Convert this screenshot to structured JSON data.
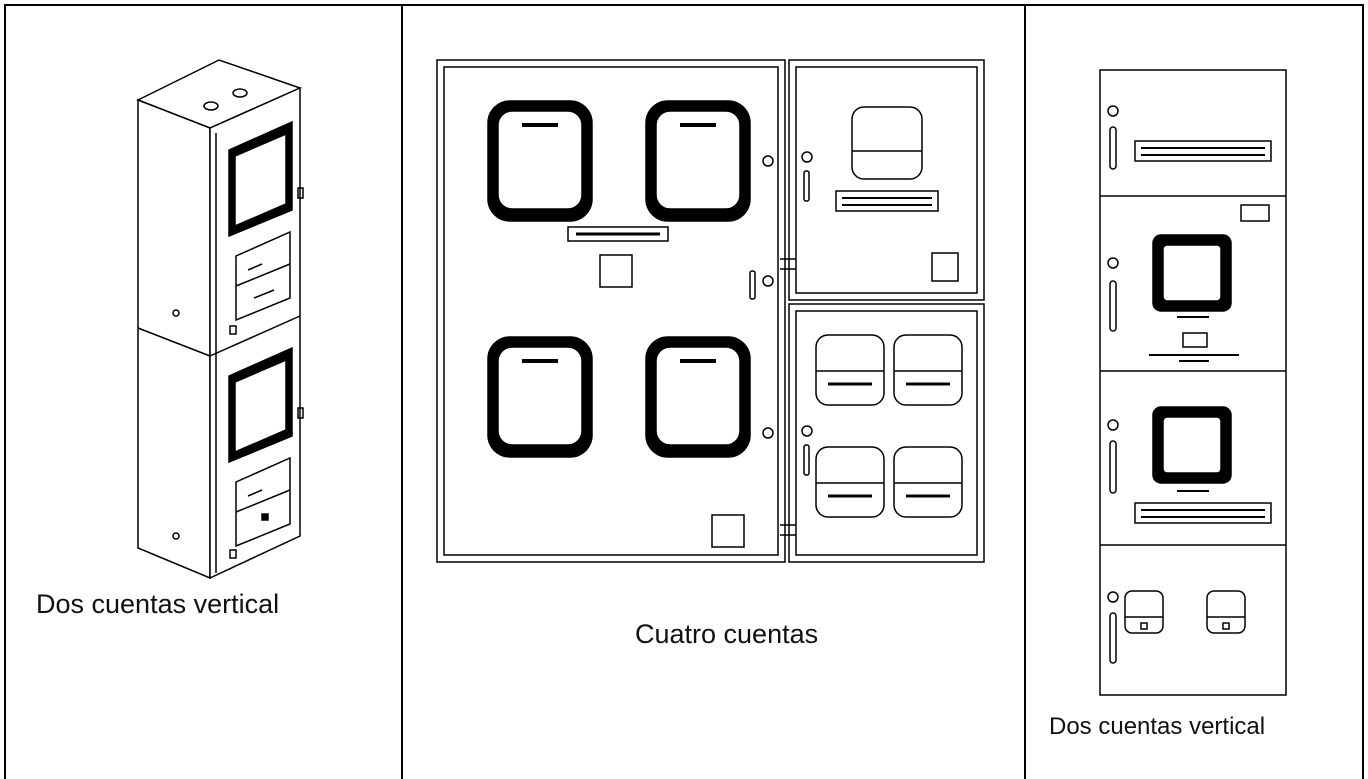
{
  "cells": [
    {
      "caption": "Dos cuentas vertical",
      "figure": "isometric-two-meter-cabinet"
    },
    {
      "caption": "Cuatro cuentas",
      "figure": "four-meter-panel-front-view"
    },
    {
      "caption": "Dos cuentas vertical",
      "figure": "vertical-meter-stack-front-view"
    }
  ]
}
